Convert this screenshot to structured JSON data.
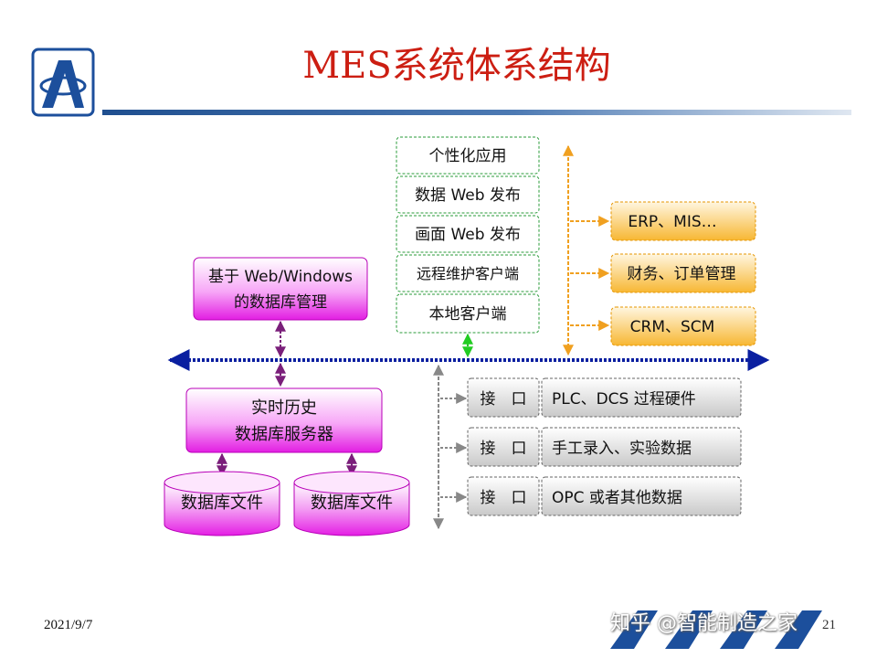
{
  "title": "MES系统体系结构",
  "footer": {
    "date": "2021/9/7",
    "page": "21",
    "watermark": "知乎 @智能制造之家"
  },
  "diagram": {
    "apps": [
      "个性化应用",
      "数据 Web 发布",
      "画面 Web 发布",
      "远程维护客户端",
      "本地客户端"
    ],
    "external": [
      "ERP、MIS…",
      "财务、订单管理",
      "CRM、SCM"
    ],
    "db_mgmt": [
      "基于 Web/Windows",
      "的数据库管理"
    ],
    "rtdb": [
      "实时历史",
      "数据库服务器"
    ],
    "db_files": [
      "数据库文件",
      "数据库文件"
    ],
    "interfaces": [
      {
        "port": "接　口",
        "source": "PLC、DCS 过程硬件"
      },
      {
        "port": "接　口",
        "source": "手工录入、实验数据"
      },
      {
        "port": "接　口",
        "source": "OPC 或者其他数据"
      }
    ]
  },
  "colors": {
    "title": "#cc1e12",
    "bus": "#0a1fa0",
    "magenta": "#e01ee0",
    "orange": "#f5a623",
    "green_border": "#2a9b3a",
    "gray": "#888888"
  }
}
